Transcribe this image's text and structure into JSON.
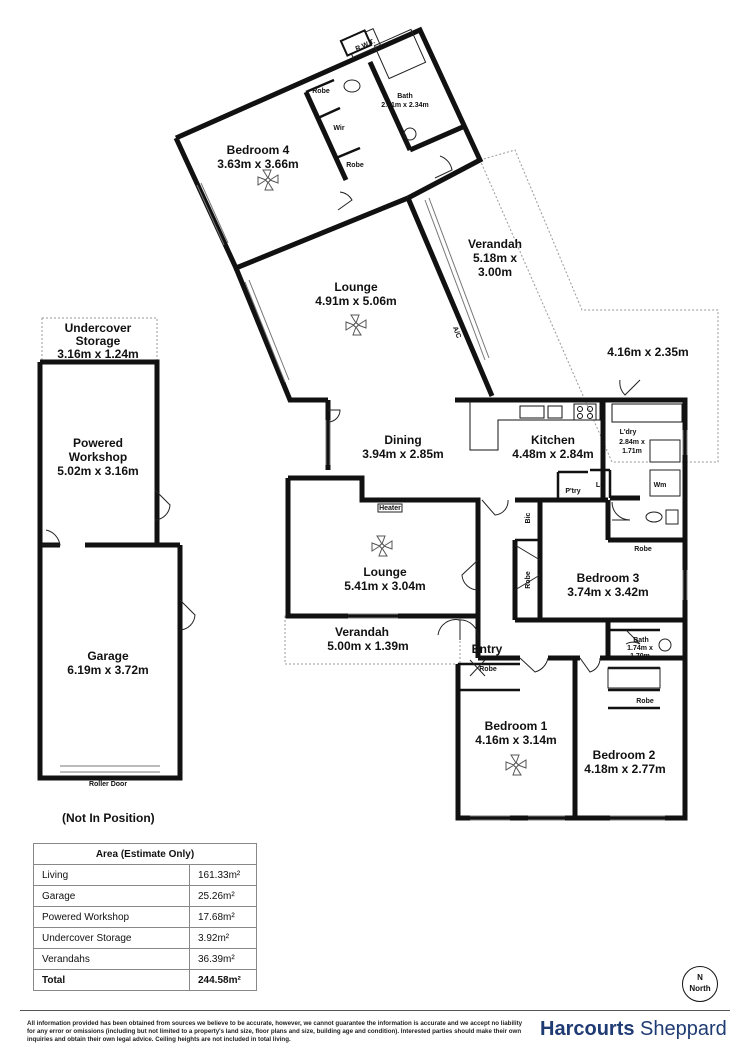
{
  "rooms": {
    "rwt": "R.W.T.",
    "bedroom4": {
      "name": "Bedroom 4",
      "size": "3.63m x 3.66m"
    },
    "robe_b4a": "Robe",
    "robe_b4b": "Robe",
    "wir": "Wir",
    "bath_top": {
      "name": "Bath",
      "size": "2.61m x 2.34m"
    },
    "verandah_top": {
      "name": "Verandah",
      "size1": "5.18m x",
      "size2": "3.00m"
    },
    "lounge_main": {
      "name": "Lounge",
      "size": "4.91m x 5.06m"
    },
    "ac": "A/C",
    "outdoor_area": "4.16m x 2.35m",
    "undercover": {
      "name": "Undercover",
      "name2": "Storage",
      "size": "3.16m x 1.24m"
    },
    "workshop": {
      "name": "Powered",
      "name2": "Workshop",
      "size": "5.02m x 3.16m"
    },
    "garage": {
      "name": "Garage",
      "size": "6.19m x 3.72m"
    },
    "roller_door": "Roller Door",
    "dining": {
      "name": "Dining",
      "size": "3.94m x 2.85m"
    },
    "kitchen": {
      "name": "Kitchen",
      "size": "4.48m x 2.84m"
    },
    "pantry": "P'try",
    "linen": "Lc",
    "laundry": {
      "name": "L'dry",
      "size1": "2.84m x",
      "size2": "1.71m"
    },
    "wm": "Wm",
    "heater": "Heater",
    "lounge2": {
      "name": "Lounge",
      "size": "5.41m x 3.04m"
    },
    "bic": "Bic",
    "robe_b3": "Robe",
    "robe_b3b": "Robe",
    "bedroom3": {
      "name": "Bedroom 3",
      "size": "3.74m x 3.42m"
    },
    "verandah_bottom": {
      "name": "Verandah",
      "size": "5.00m x 1.39m"
    },
    "entry": "Entry",
    "bath2": {
      "name": "Bath",
      "size1": "1.74m x",
      "size2": "1.70m"
    },
    "robe_b1": "Robe",
    "robe_b2": "Robe",
    "bedroom1": {
      "name": "Bedroom 1",
      "size": "4.16m x 3.14m"
    },
    "bedroom2": {
      "name": "Bedroom 2",
      "size": "4.18m x 2.77m"
    }
  },
  "not_in_position": "(Not In Position)",
  "area_table": {
    "title": "Area (Estimate Only)",
    "rows": [
      {
        "label": "Living",
        "value": "161.33m²"
      },
      {
        "label": "Garage",
        "value": "25.26m²"
      },
      {
        "label": "Powered Workshop",
        "value": "17.68m²"
      },
      {
        "label": "Undercover Storage",
        "value": "3.92m²"
      },
      {
        "label": "Verandahs",
        "value": "36.39m²"
      }
    ],
    "total_label": "Total",
    "total_value": "244.58m²"
  },
  "compass": {
    "letter": "N",
    "word": "North"
  },
  "disclaimer": "All information provided has been obtained from sources we believe to be accurate, however, we cannot guarantee the information is accurate and we accept no liability for any error or omissions (including but not limited to a property's land size, floor plans and size, building age and condition). Interested parties should make their own inquiries and obtain their own legal advice. Ceiling heights are not included in total living.",
  "brand": {
    "name": "Harcourts",
    "office": "Sheppard"
  },
  "colors": {
    "wall": "#111111",
    "brand": "#1f3b73"
  }
}
